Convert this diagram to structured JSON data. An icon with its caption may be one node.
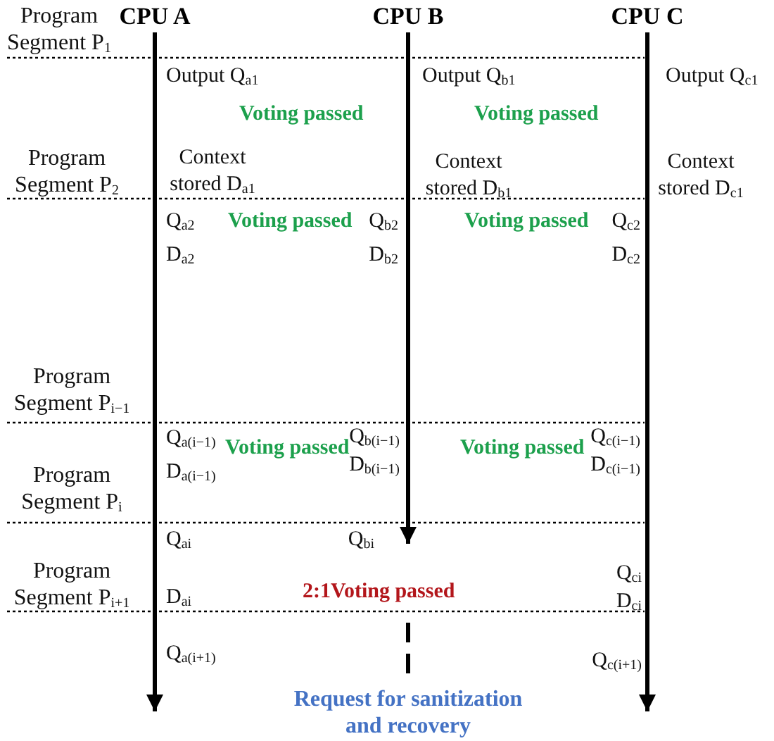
{
  "diagram": {
    "nodes": [
      {
        "text": [
          "CPU A"
        ]
      },
      {
        "text": [
          "CPU B"
        ]
      },
      {
        "text": [
          "CPU C"
        ]
      },
      {
        "text": [
          "Request for sanitization and recovery"
        ]
      }
    ],
    "edges": [
      {
        "from": 0,
        "to": null,
        "arrow": "to"
      },
      {
        "from": 1,
        "to": null,
        "arrow": "to"
      },
      {
        "from": 2,
        "to": null,
        "arrow": "to"
      },
      {
        "from": null,
        "to": 3,
        "arrow": "none",
        "style": "dashed"
      }
    ],
    "labels": [
      "Program Segment P$_{1}$",
      "Output Q$_{a1}$",
      "Output Q$_{b1}$",
      "Output Q$_{c1}$",
      "Voting passed",
      "Voting passed",
      "Program Segment P$_{2}$",
      "Context stored D$_{a1}$",
      "Context stored D$_{b1}$",
      "Context stored D$_{c1}$",
      "Q$_{a2}$",
      "Voting passed",
      "Q$_{b2}$",
      "Voting passed",
      "Q$_{c2}$",
      "D$_{a2}$",
      "D$_{b2}$",
      "D$_{c2}$",
      "Program Segment P$_{i−1}$",
      "Q$_{a(i−1)}$",
      "Voting passed",
      "Q$_{b(i−1)}$",
      "Voting passed",
      "Q$_{c(i−1)}$",
      "Program Segment P$_{i}$",
      "D$_{a(i−1)}$",
      "D$_{b(i−1)}$",
      "D$_{c(i−1)}$",
      "Q$_{ai}$",
      "Q$_{bi}$",
      "Program Segment P$_{i+1}$",
      "Q$_{ci}$",
      "D$_{ai}$",
      "2:1Voting passed",
      "D$_{ci}$",
      "Q$_{a(i+1)}$",
      "Q$_{c(i+1)}$"
    ]
  }
}
